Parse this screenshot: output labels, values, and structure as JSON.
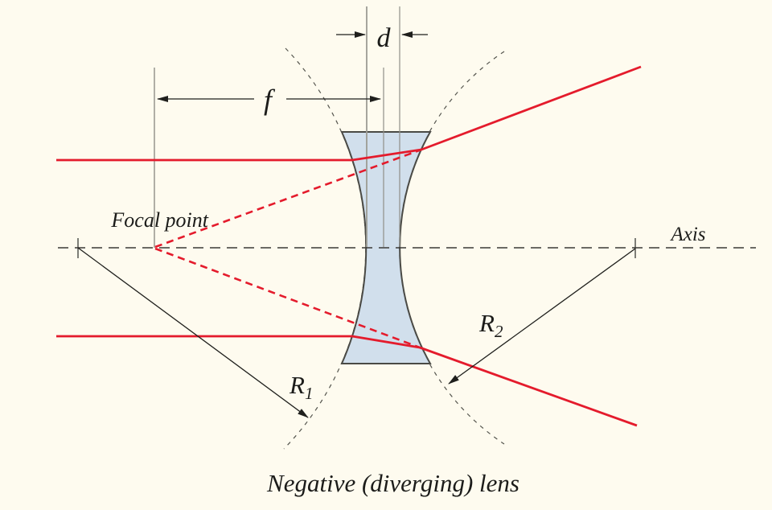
{
  "diagram": {
    "caption": "Negative (diverging) lens",
    "labels": {
      "thickness": "d",
      "focal_length": "f",
      "focal_point": "Focal point",
      "axis": "Axis",
      "r1_base": "R",
      "r1_sub": "1",
      "r2_base": "R",
      "r2_sub": "2"
    },
    "colors": {
      "background": "#FEFBEF",
      "ray_red": "#E41B2C",
      "lens_fill": "#CCDCEB",
      "lens_stroke": "#4A4A45",
      "line_black": "#1F1F1C",
      "arc_gray": "#55554E",
      "guide_gray": "#9C9C94"
    }
  }
}
